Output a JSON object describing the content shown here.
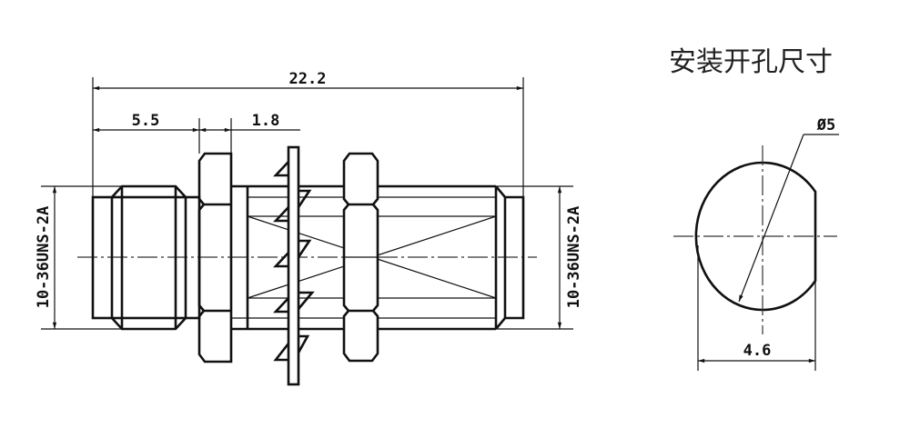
{
  "title": "安装开孔尺寸",
  "dimensions": {
    "overall_length": "22.2",
    "left_length": "5.5",
    "nut_offset": "1.8",
    "thread_left": "10-36UNS-2A",
    "thread_right": "10-36UNS-2A",
    "hole_diameter": "Ø5",
    "hole_flat_width": "4.6"
  }
}
